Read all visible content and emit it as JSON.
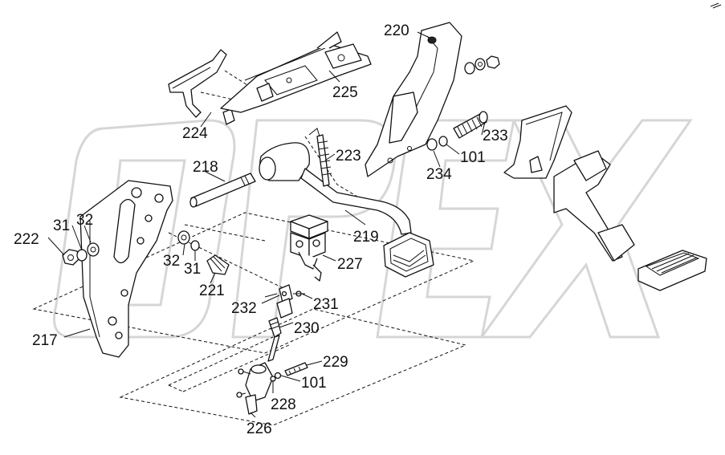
{
  "watermark": "OPEX",
  "parts": [
    {
      "id": "p220",
      "label": "220"
    },
    {
      "id": "p225",
      "label": "225"
    },
    {
      "id": "p224",
      "label": "224"
    },
    {
      "id": "p233",
      "label": "233"
    },
    {
      "id": "p101a",
      "label": "101"
    },
    {
      "id": "p234",
      "label": "234"
    },
    {
      "id": "p223",
      "label": "223"
    },
    {
      "id": "p218",
      "label": "218"
    },
    {
      "id": "p219",
      "label": "219"
    },
    {
      "id": "p227",
      "label": "227"
    },
    {
      "id": "p31a",
      "label": "31"
    },
    {
      "id": "p32a",
      "label": "32"
    },
    {
      "id": "p222",
      "label": "222"
    },
    {
      "id": "p32b",
      "label": "32"
    },
    {
      "id": "p31b",
      "label": "31"
    },
    {
      "id": "p221",
      "label": "221"
    },
    {
      "id": "p232",
      "label": "232"
    },
    {
      "id": "p231",
      "label": "231"
    },
    {
      "id": "p230",
      "label": "230"
    },
    {
      "id": "p217",
      "label": "217"
    },
    {
      "id": "p229",
      "label": "229"
    },
    {
      "id": "p101b",
      "label": "101"
    },
    {
      "id": "p228",
      "label": "228"
    },
    {
      "id": "p226",
      "label": "226"
    }
  ]
}
